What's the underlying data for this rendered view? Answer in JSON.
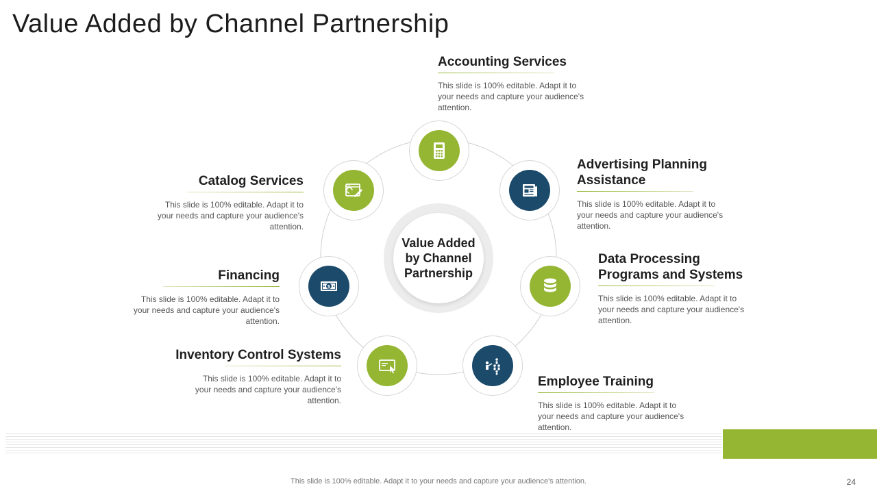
{
  "slide": {
    "title": "Value Added by Channel Partnership",
    "center_label": "Value Added by Channel Partnership",
    "footer": "This slide is 100% editable. Adapt it to your needs and capture your audience's attention.",
    "page_number": "24"
  },
  "colors": {
    "accent_green": "#94b632",
    "navy": "#1b4a6b"
  },
  "items": [
    {
      "title": "Accounting Services",
      "text": "This slide is 100% editable. Adapt it to your needs and capture your audience's attention.",
      "icon": "calculator-icon"
    },
    {
      "title": "Advertising Planning Assistance",
      "text": "This slide is 100% editable. Adapt it to your needs and capture your audience's attention.",
      "icon": "newspaper-icon"
    },
    {
      "title": "Data Processing Programs and Systems",
      "text": "This slide is 100% editable. Adapt it to your needs and capture your audience's attention.",
      "icon": "database-icon"
    },
    {
      "title": "Employee Training",
      "text": "This slide is 100% editable. Adapt it to your needs and capture your audience's attention.",
      "icon": "training-icon"
    },
    {
      "title": "Inventory Control Systems",
      "text": "This slide is 100% editable. Adapt it to your needs and capture your audience's attention.",
      "icon": "screen-click-icon"
    },
    {
      "title": "Financing",
      "text": "This slide is 100% editable. Adapt it to your needs and capture your audience's attention.",
      "icon": "money-icon"
    },
    {
      "title": "Catalog Services",
      "text": "This slide is 100% editable. Adapt it to your needs and capture your audience's attention.",
      "icon": "web-edit-icon"
    }
  ]
}
